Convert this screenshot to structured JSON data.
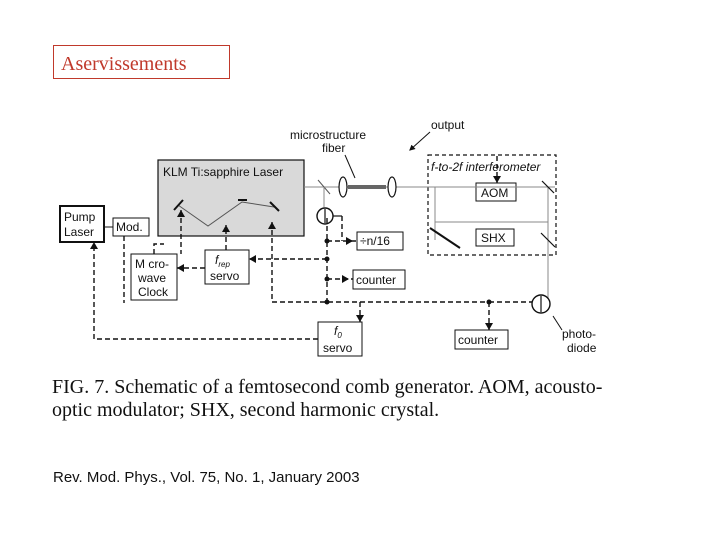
{
  "slide": {
    "title": "Aservissements"
  },
  "figure": {
    "labels": {
      "pump_laser_1": "Pump",
      "pump_laser_2": "Laser",
      "mod": "Mod.",
      "klm": "KLM Ti:sapphire Laser",
      "microstructure_1": "microstructure",
      "microstructure_2": "fiber",
      "output": "output",
      "f2f": "f-to-2f interferometer",
      "aom": "AOM",
      "shx": "SHX",
      "div": "÷n/16",
      "counter_mid": "counter",
      "counter_right": "counter",
      "microwave_1": "M cro-",
      "microwave_2": "wave",
      "microwave_3": "Clock",
      "frep_1": "f",
      "frep_sub": "rep",
      "frep_2": "servo",
      "f0_1": "f",
      "f0_sub": "0",
      "f0_2": "servo",
      "photodiode_1": "photo-",
      "photodiode_2": "diode"
    },
    "caption": "FIG. 7. Schematic of a femtosecond comb generator. AOM, acousto-optic modulator; SHX, second harmonic crystal.",
    "reference": "Rev. Mod. Phys., Vol. 75, No. 1, January 2003"
  }
}
